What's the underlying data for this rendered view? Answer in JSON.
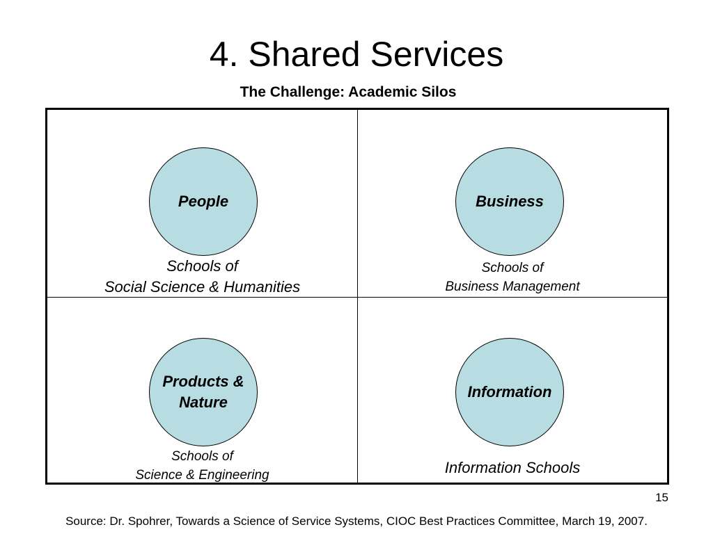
{
  "slide": {
    "title": "4. Shared Services",
    "subtitle": "The Challenge: Academic Silos",
    "page_number": "15",
    "source": "Source: Dr. Spohrer, Towards a Science of Service Systems, CIOC Best Practices Committee, March 19, 2007."
  },
  "quadrants": [
    {
      "circle_lines": [
        "People"
      ],
      "caption_lines": [
        "Schools of",
        "Social Science & Humanities"
      ]
    },
    {
      "circle_lines": [
        "Business"
      ],
      "caption_lines": [
        "Schools of",
        "Business Management"
      ]
    },
    {
      "circle_lines": [
        "Products &",
        "Nature"
      ],
      "caption_lines": [
        "Schools of",
        "Science & Engineering"
      ]
    },
    {
      "circle_lines": [
        "Information"
      ],
      "caption_lines": [
        "Information Schools"
      ]
    }
  ],
  "colors": {
    "circle_fill": "#b7dde2",
    "border": "#000000"
  }
}
